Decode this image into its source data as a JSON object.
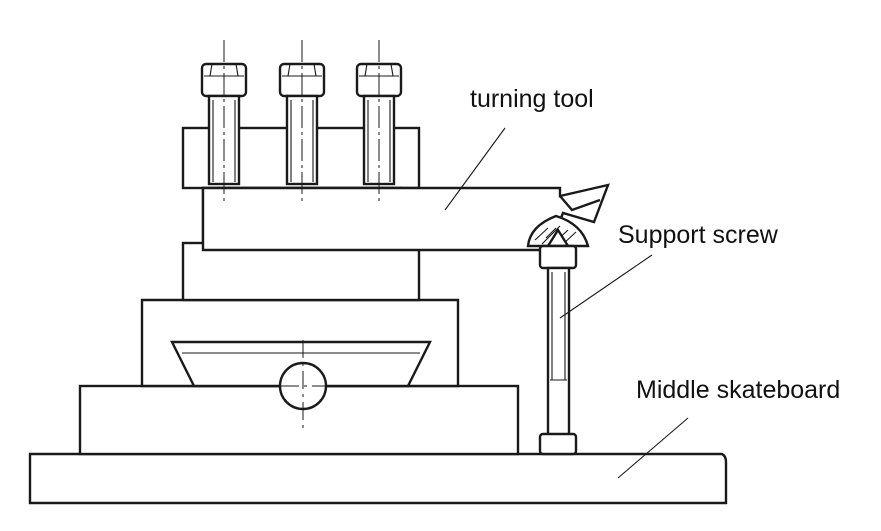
{
  "labels": {
    "turning_tool": "turning tool",
    "support_screw": "Support screw",
    "middle_skateboard": "Middle skateboard"
  }
}
